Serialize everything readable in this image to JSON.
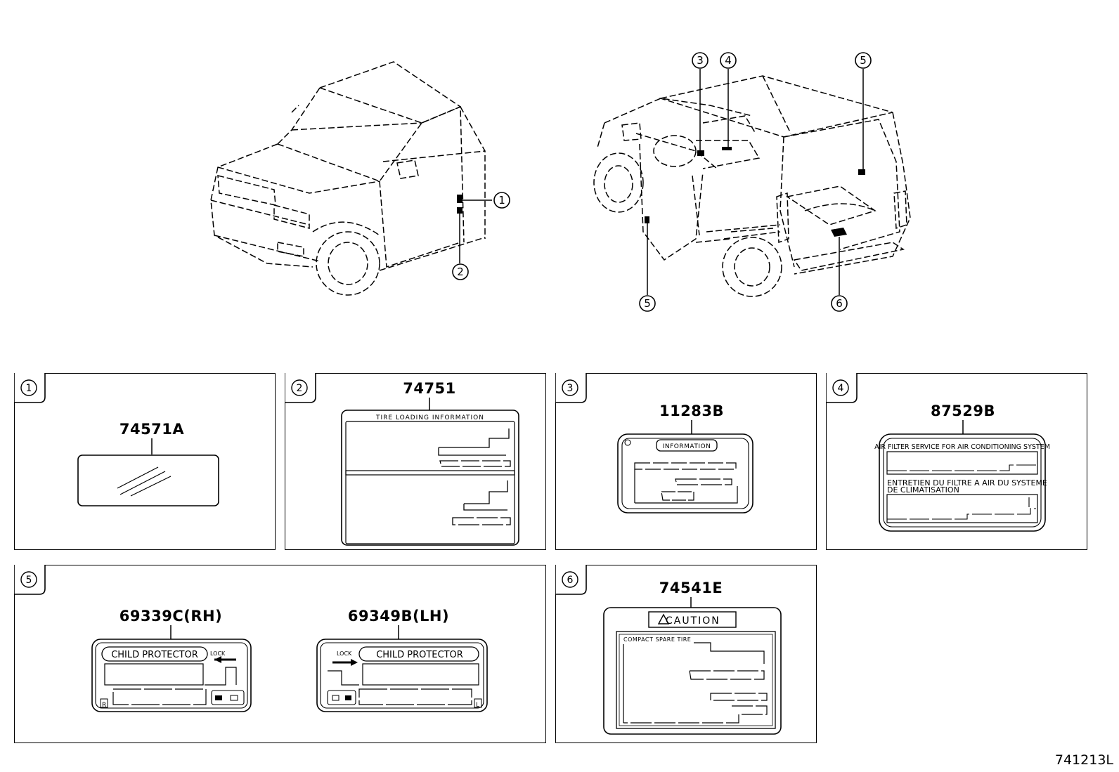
{
  "diagram_id": "741213L",
  "callouts": {
    "c1": "1",
    "c2": "2",
    "c3": "3",
    "c4": "4",
    "c5a": "5",
    "c5b": "5",
    "c6": "6"
  },
  "panels": [
    {
      "key": "p1",
      "index": "1",
      "part": "74571A"
    },
    {
      "key": "p2",
      "index": "2",
      "part": "74751",
      "label_title": "TIRE  LOADING  INFORMATION"
    },
    {
      "key": "p3",
      "index": "3",
      "part": "11283B",
      "label_title": "INFORMATION"
    },
    {
      "key": "p4",
      "index": "4",
      "part": "87529B",
      "label_line1": "AIR FILTER SERVICE FOR AIR CONDITIONING SYSTEM",
      "label_line2": "ENTRETIEN DU FILTRE A AIR DU SYSTEME",
      "label_line3": "DE CLIMATISATION"
    },
    {
      "key": "p5",
      "index": "5",
      "part_rh": "69339C(RH)",
      "part_lh": "69349B(LH)",
      "label_title": "CHILD   PROTECTOR",
      "lock": "LOCK",
      "r": "R",
      "l": "L"
    },
    {
      "key": "p6",
      "index": "6",
      "part": "74541E",
      "label_title": "CAUTION",
      "label_sub": "COMPACT   SPARE   TIRE"
    }
  ]
}
